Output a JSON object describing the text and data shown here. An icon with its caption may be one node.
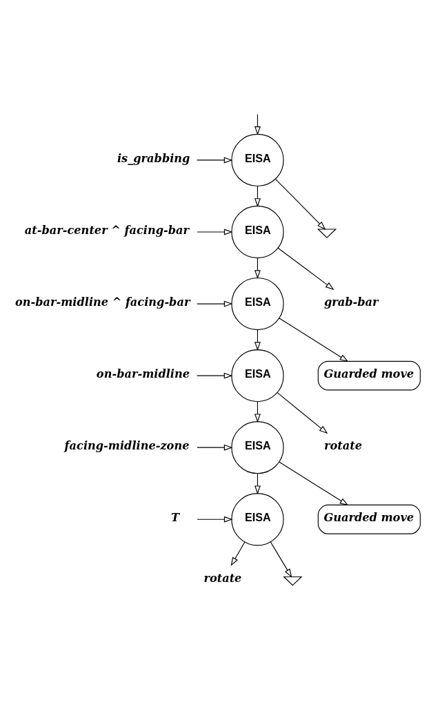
{
  "diagram": {
    "nodes": [
      {
        "text": [
          "is_grabbing"
        ]
      },
      {
        "text": [
          "EISA"
        ]
      },
      {
        "text": [],
        "shape": "ground"
      },
      {
        "text": [
          "at-bar-center ^ facing-bar"
        ]
      },
      {
        "text": [
          "EISA"
        ]
      },
      {
        "text": [
          "grab-bar"
        ]
      },
      {
        "text": [
          "on-bar-midline ^ facing-bar"
        ]
      },
      {
        "text": [
          "EISA"
        ]
      },
      {
        "text": [
          "Guarded move"
        ]
      },
      {
        "text": [
          "on-bar-midline"
        ]
      },
      {
        "text": [
          "EISA"
        ]
      },
      {
        "text": [
          "rotate"
        ]
      },
      {
        "text": [
          "facing-midline-zone"
        ]
      },
      {
        "text": [
          "EISA"
        ]
      },
      {
        "text": [
          "Guarded move"
        ]
      },
      {
        "text": [
          "T"
        ]
      },
      {
        "text": [
          "EISA"
        ]
      },
      {
        "text": [
          "rotate"
        ]
      },
      {
        "text": [],
        "shape": "ground"
      }
    ],
    "edges": [
      {
        "from": null,
        "to": 1,
        "arrow": "to"
      },
      {
        "from": 0,
        "to": 1,
        "arrow": "to"
      },
      {
        "from": 1,
        "to": 2,
        "arrow": "to"
      },
      {
        "from": 1,
        "to": 4,
        "arrow": "to"
      },
      {
        "from": 3,
        "to": 4,
        "arrow": "to"
      },
      {
        "from": 4,
        "to": 5,
        "arrow": "to"
      },
      {
        "from": 4,
        "to": 7,
        "arrow": "to"
      },
      {
        "from": 6,
        "to": 7,
        "arrow": "to"
      },
      {
        "from": 7,
        "to": 8,
        "arrow": "to"
      },
      {
        "from": 7,
        "to": 10,
        "arrow": "to"
      },
      {
        "from": 9,
        "to": 10,
        "arrow": "to"
      },
      {
        "from": 10,
        "to": 11,
        "arrow": "to"
      },
      {
        "from": 10,
        "to": 13,
        "arrow": "to"
      },
      {
        "from": 12,
        "to": 13,
        "arrow": "to"
      },
      {
        "from": 13,
        "to": 14,
        "arrow": "to"
      },
      {
        "from": 13,
        "to": 16,
        "arrow": "to"
      },
      {
        "from": 15,
        "to": 16,
        "arrow": "to"
      },
      {
        "from": 16,
        "to": 17,
        "arrow": "to"
      },
      {
        "from": 16,
        "to": 18,
        "arrow": "to"
      }
    ]
  }
}
